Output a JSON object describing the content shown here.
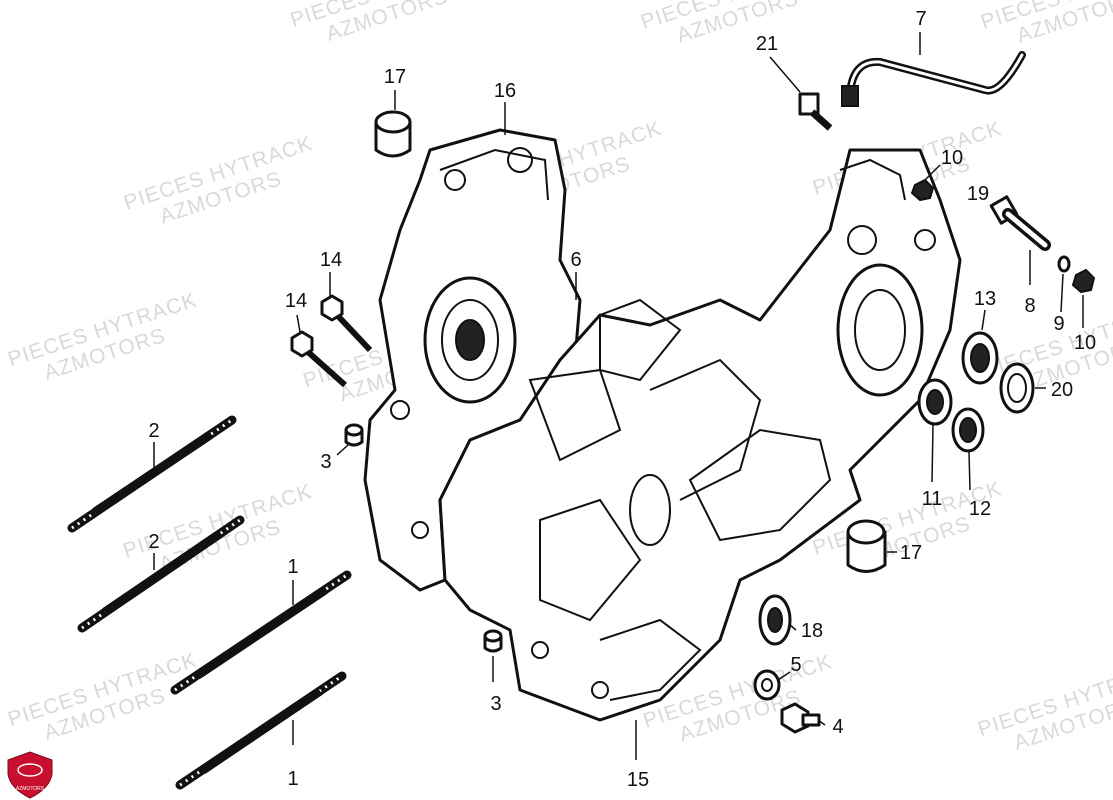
{
  "watermark": {
    "line1": "PIECES HYTRACK",
    "line2": "AZMOTORS",
    "color": "#d9d9d9"
  },
  "logo": {
    "text": "AZMOTORS",
    "color": "#c8102e"
  },
  "callouts": {
    "c1a": "1",
    "c1b": "1",
    "c2a": "2",
    "c2b": "2",
    "c3a": "3",
    "c3b": "3",
    "c4": "4",
    "c5": "5",
    "c6": "6",
    "c7": "7",
    "c8": "8",
    "c9": "9",
    "c10a": "10",
    "c10b": "10",
    "c11": "11",
    "c12": "12",
    "c13": "13",
    "c14a": "14",
    "c14b": "14",
    "c15": "15",
    "c16": "16",
    "c17a": "17",
    "c17b": "17",
    "c18": "18",
    "c19": "19",
    "c20": "20",
    "c21": "21"
  }
}
